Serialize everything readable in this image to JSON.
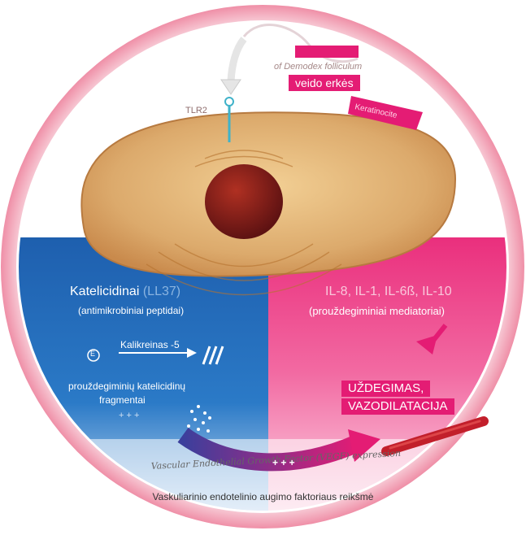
{
  "labels": {
    "pathogen": "of Demodex folliculum",
    "pathogen_lt": "veido erkės",
    "tlr": "TLR2",
    "cell": "Keratinocite",
    "catelicidins": "Katelicidinai",
    "ll37": "(LL37)",
    "antimicrobial": "(antimikrobiniai peptidai)",
    "kallikrein": "Kalikreinas -5",
    "enzyme_symbol": "E",
    "fragments_line1": "prouždegiminių katelicidinų",
    "fragments_line2": "fragmentai",
    "plus_left": "+ + +",
    "interleukins": "IL-8, IL-1, IL-6ß, IL-10",
    "proinflammatory": "(prouždegiminiai mediatoriai)",
    "inflammation_line1": "UŽDEGIMAS,",
    "inflammation_line2": "VAZODILATACIJA",
    "plus_bottom": "+ + +",
    "vegf": "Vascular Endothelial Growth Factor (VEGF) expression",
    "caption": "Vaskuliarinio endotelinio augimo faktoriaus reikšmė"
  },
  "colors": {
    "blue": "#1f67b4",
    "pink": "#e8307e",
    "magenta_tag": "#e41c74",
    "cell_fill": "#dfb072",
    "nucleus": "#8a1e1e",
    "ring": "#f3a8bb"
  }
}
